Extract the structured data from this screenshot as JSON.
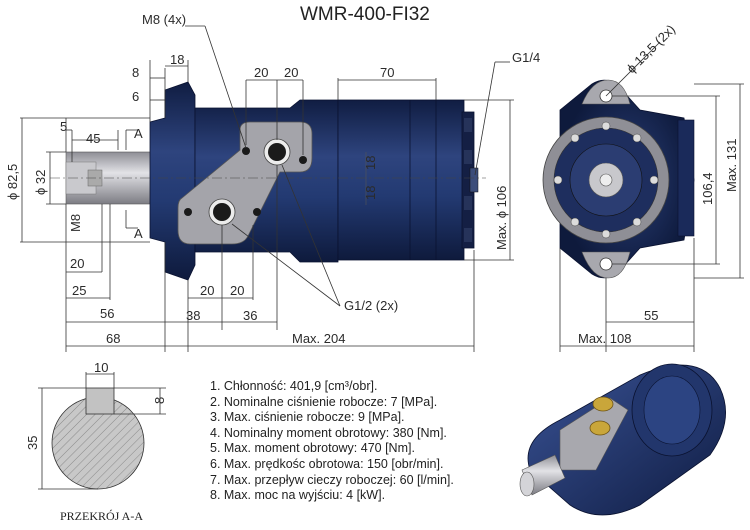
{
  "title": "WMR-400-FI32",
  "labels": {
    "m8_4x": "M8 (4x)",
    "g14": "G1/4",
    "g12": "G1/2 (2x)",
    "hole_dia": "ϕ 13,5 (2x)",
    "max_d106": "Max. ϕ 106",
    "d825": "ϕ 82,5",
    "d32": "ϕ 32",
    "m8": "M8",
    "max204": "Max. 204",
    "max108": "Max. 108",
    "max131": "Max. 131",
    "d1064": "106,4",
    "section_a": "A",
    "section_a2": "A",
    "section_title": "PRZEKRÓJ A-A"
  },
  "dims": {
    "d8": "8",
    "d18": "18",
    "d6": "6",
    "d5": "5",
    "d45": "45",
    "d20a": "20",
    "d20b": "20",
    "d70": "70",
    "d18v1": "18",
    "d18v2": "18",
    "d20c": "20",
    "d25": "25",
    "d56": "56",
    "d68": "68",
    "d20d": "20",
    "d20e": "20",
    "d38": "38",
    "d36": "36",
    "d55": "55",
    "s10": "10",
    "s8": "8",
    "s35": "35"
  },
  "specs": [
    "1. Chłonność: 401,9 [cm³/obr].",
    "2. Nominalne ciśnienie robocze: 7 [MPa].",
    "3. Max. ciśnienie robocze: 9 [MPa].",
    "4. Nominalny moment obrotowy: 380 [Nm].",
    "5. Max. moment obrotowy: 470 [Nm].",
    "6. Max. prędkośc obrotowa: 150 [obr/min].",
    "7. Max. przepływ cieczy roboczej: 60 [l/min].",
    "8. Max. moc na wyjściu: 4 [kW]."
  ],
  "colors": {
    "motor_body": "#1f3166",
    "motor_dark": "#101d42",
    "plate": "#a6a6ac",
    "shaft": "#b9b9bf"
  }
}
